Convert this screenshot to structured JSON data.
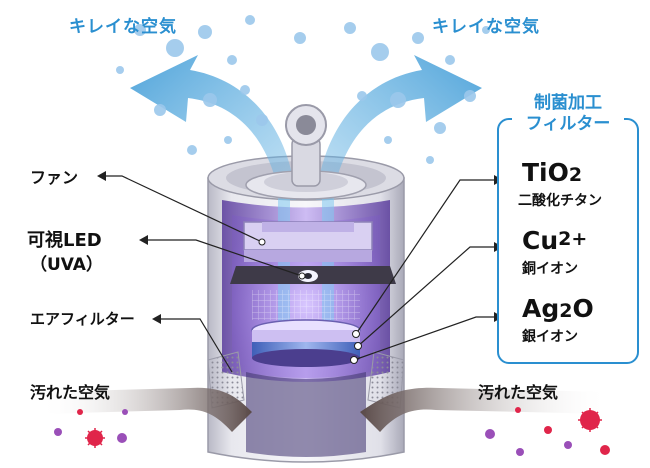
{
  "labels": {
    "clean_air_left": "キレイな空気",
    "clean_air_right": "キレイな空気",
    "fan": "ファン",
    "visible_led_line1": "可視LED",
    "visible_led_line2": "（UVA）",
    "air_filter": "エアフィルター",
    "dirty_air_left": "汚れた空気",
    "dirty_air_right": "汚れた空気"
  },
  "filter_box": {
    "title_line1": "制菌加工",
    "title_line2": "フィルター",
    "items": [
      {
        "formula": "TiO",
        "formula_sub": "2",
        "formula_suffix": "",
        "name": "二酸化チタン"
      },
      {
        "formula": "Cu",
        "formula_sup": "2+",
        "name": "銅イオン"
      },
      {
        "formula": "Ag",
        "formula_sub": "2",
        "formula_suffix": "O",
        "name": "銀イオン"
      }
    ]
  },
  "colors": {
    "accent": "#2a8fd0",
    "uv_purple": "#7b4fd6",
    "germ_red": "#e0254a",
    "germ_purple": "#9a4fb8"
  }
}
